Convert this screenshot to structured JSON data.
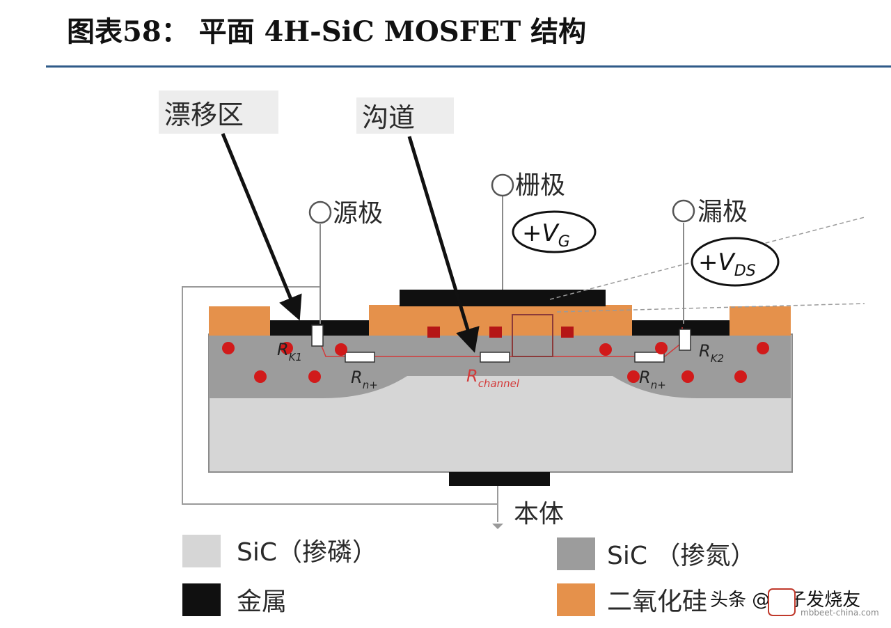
{
  "title": "图表58：  平面 4H-SiC MOSFET 结构",
  "labels": {
    "drift_region": "漂移区",
    "channel": "沟道",
    "source": "源极",
    "gate": "栅极",
    "drain": "漏极",
    "body": "本体",
    "vg_main": "+V",
    "vg_sub": "G",
    "vds_main": "+V",
    "vds_sub": "DS"
  },
  "resistors": {
    "rk1": {
      "main": "R",
      "sub": "K1"
    },
    "rn_left": {
      "main": "R",
      "sub": "n+"
    },
    "rchannel": {
      "main": "R",
      "sub": "channel"
    },
    "rn_right": {
      "main": "R",
      "sub": "n+"
    },
    "rk2": {
      "main": "R",
      "sub": "K2"
    }
  },
  "legend": [
    {
      "swatch": "#d6d6d6",
      "label": "SiC（掺磷）"
    },
    {
      "swatch": "#9c9c9c",
      "label": "SiC （掺氮）"
    },
    {
      "swatch": "#101010",
      "label": "金属"
    },
    {
      "swatch": "#e5914b",
      "label": "二氧化硅"
    }
  ],
  "watermark": {
    "text": "头条 @电子发烧友",
    "site": "mbbeet-china.com"
  },
  "colors": {
    "metal": "#101010",
    "oxide": "#e5914b",
    "sic_n": "#9c9c9c",
    "sic_p": "#d6d6d6",
    "dopant": "#d11a1a",
    "title_rule": "#2f5b89"
  }
}
